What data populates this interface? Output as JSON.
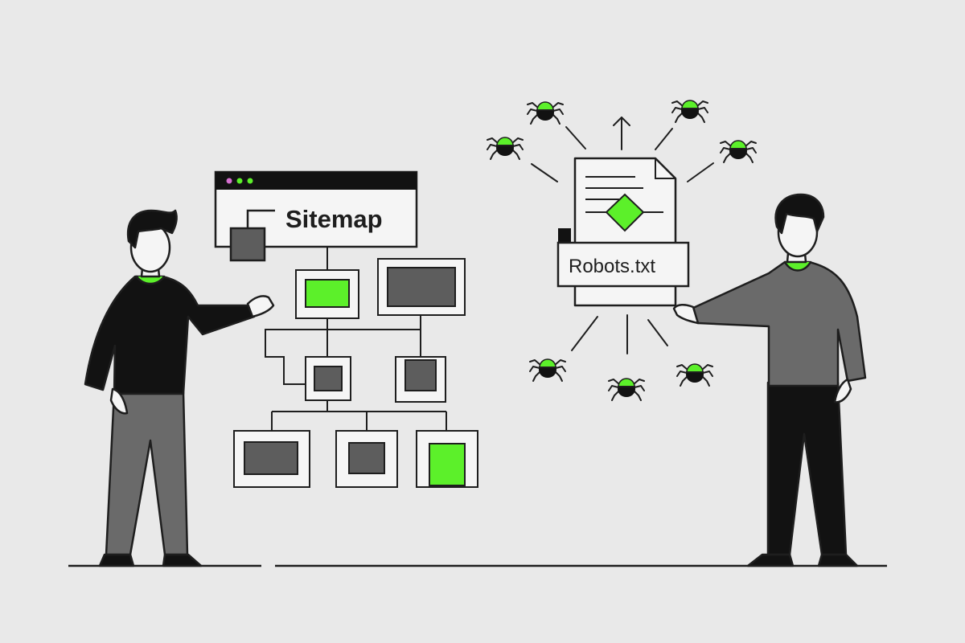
{
  "labels": {
    "sitemap": "Sitemap",
    "robots": "Robots.txt"
  },
  "colors": {
    "background": "#e9e9e9",
    "accent_green": "#5cf02a",
    "dark_gray": "#5d5d5d",
    "outline": "#1e1e1e",
    "black": "#121212",
    "panel_white": "#f5f5f5",
    "sweater_gray": "#6a6a6a"
  },
  "icons": {
    "window_dots": "three-dot-window-controls",
    "crawler": "spider-bot-icon",
    "file": "document-file-icon",
    "diamond": "diamond-icon",
    "arrow": "arrow-up-icon"
  }
}
